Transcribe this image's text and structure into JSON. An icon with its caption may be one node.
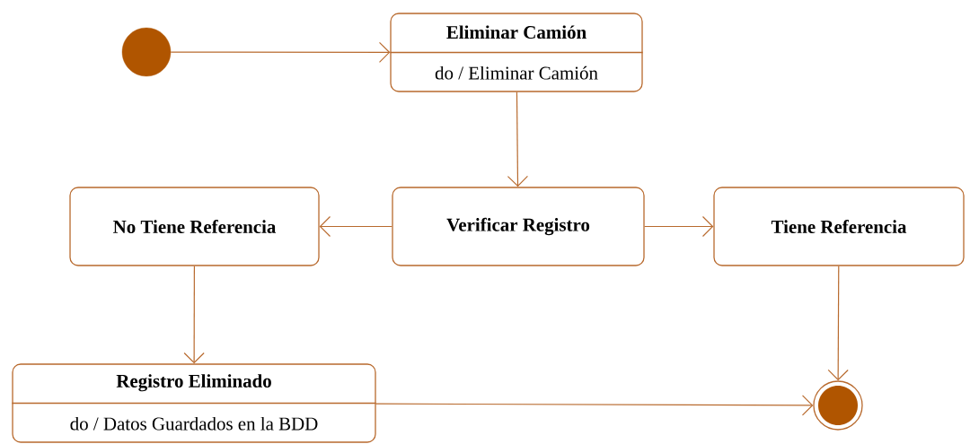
{
  "diagram": {
    "nodes": [
      {
        "text": [],
        "shape": "circle"
      },
      {
        "text": [
          "Eliminar Camión",
          "do / Eliminar Camión"
        ]
      },
      {
        "text": [
          "Verificar Registro"
        ]
      },
      {
        "text": [
          "No Tiene Referencia"
        ]
      },
      {
        "text": [
          "Tiene Referencia"
        ]
      },
      {
        "text": [
          "Registro Eliminado",
          "do / Datos Guardados en la BDD"
        ]
      },
      {
        "text": [],
        "shape": "circle"
      }
    ],
    "edges": [
      {
        "from": 0,
        "to": 1,
        "arrow": "to"
      },
      {
        "from": 1,
        "to": 2,
        "arrow": "to"
      },
      {
        "from": 2,
        "to": 3,
        "arrow": "to"
      },
      {
        "from": 2,
        "to": 4,
        "arrow": "to"
      },
      {
        "from": 3,
        "to": 5,
        "arrow": "to"
      },
      {
        "from": 4,
        "to": 6,
        "arrow": "to"
      },
      {
        "from": 5,
        "to": 6,
        "arrow": "to"
      }
    ]
  }
}
